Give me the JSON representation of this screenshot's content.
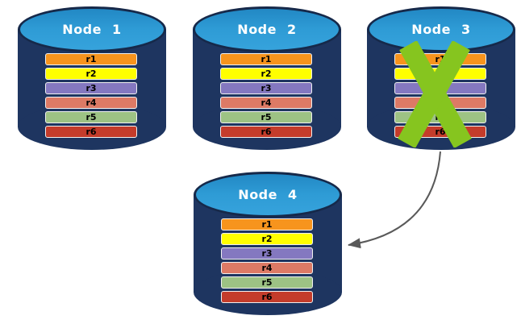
{
  "diagram": {
    "description": "Database replication failover diagram: four database nodes each holding replicas r1-r6; Node 3 is crossed out (failed) and an arrow shows its data moving to Node 4",
    "nodes": [
      {
        "label": "Node 1",
        "failed": false
      },
      {
        "label": "Node 2",
        "failed": false
      },
      {
        "label": "Node 3",
        "failed": true
      },
      {
        "label": "Node 4",
        "failed": false
      }
    ],
    "rows": [
      {
        "label": "r1",
        "color": "#F7941D"
      },
      {
        "label": "r2",
        "color": "#FFFF00"
      },
      {
        "label": "r3",
        "color": "#8478C0"
      },
      {
        "label": "r4",
        "color": "#DD7A65"
      },
      {
        "label": "r5",
        "color": "#9DC284"
      },
      {
        "label": "r6",
        "color": "#C43C2B"
      }
    ],
    "colors": {
      "cylinder_body": "#1E3560",
      "cylinder_top": "#2E9BD5",
      "cylinder_outline": "#16294A",
      "row_border": "#F0F0F0",
      "row_text": "#000000",
      "node_label_text": "#FFFFFF",
      "failure_x": "#86C51F",
      "arrow": "#595959"
    }
  }
}
